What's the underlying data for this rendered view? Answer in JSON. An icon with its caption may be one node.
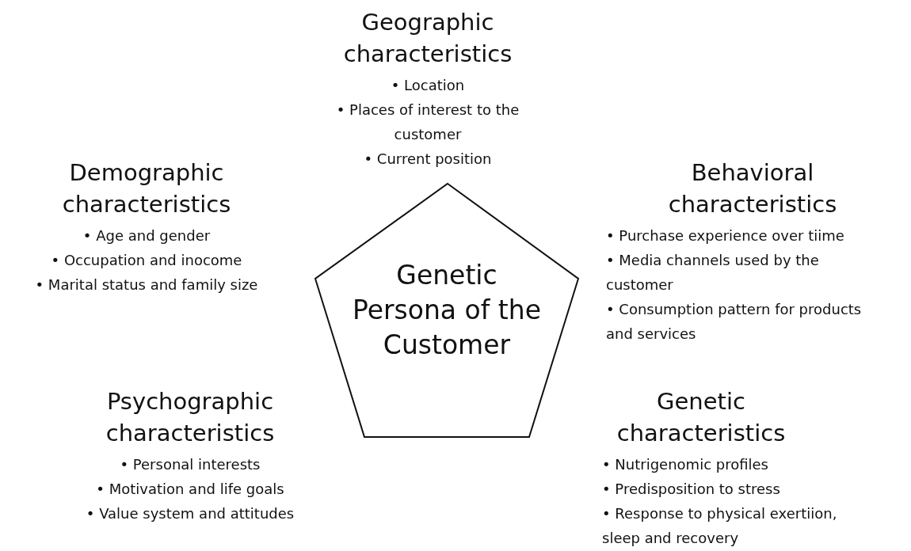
{
  "diagram": {
    "nodes": [
      {
        "text": [
          "Genetic Persona of the Customer"
        ]
      }
    ],
    "labels": [
      "Geographic characteristics",
      "• Location",
      "• Places of interest to the customer",
      "• Current position",
      "Demographic characteristics",
      "• Age and gender",
      "• Occupation and inocome",
      "• Marital status and family size",
      "Behavioral characteristics",
      "• Purchase experience over tiime",
      "• Media channels used by the customer",
      "• Consumption pattern for products and services",
      "Psychographic characteristics",
      "• Personal interests",
      "• Motivation and life goals",
      "• Value system and attitudes",
      "Genetic characteristics",
      "• Nutrigenomic profiles",
      "• Predisposition to stress",
      "• Response to physical exertiion, sleep and recovery"
    ]
  }
}
